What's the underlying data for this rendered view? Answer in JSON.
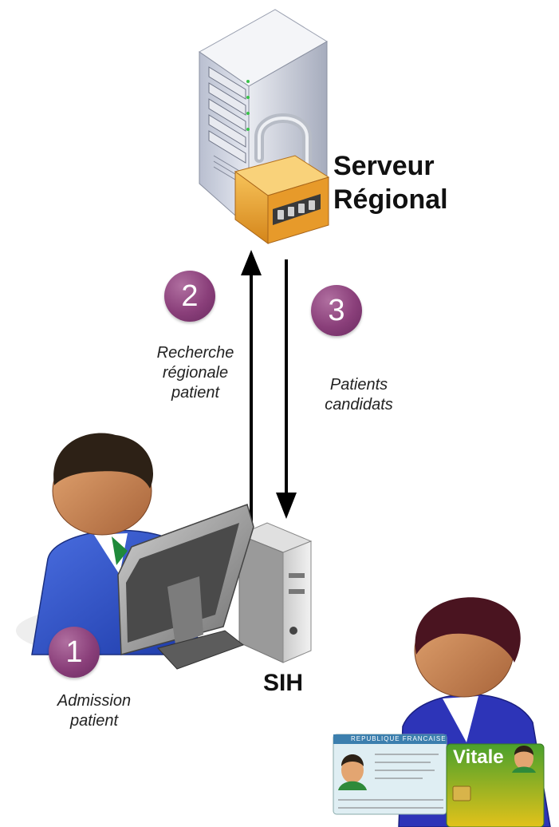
{
  "server": {
    "title_line1": "Serveur",
    "title_line2": "Régional",
    "icon": "locked-server-icon"
  },
  "steps": [
    {
      "number": "1",
      "label_lines": [
        "Admission",
        "patient"
      ]
    },
    {
      "number": "2",
      "label_lines": [
        "Recherche",
        "régionale",
        "patient"
      ]
    },
    {
      "number": "3",
      "label_lines": [
        "Patients",
        "candidats"
      ]
    }
  ],
  "workstation": {
    "label": "SIH",
    "icon": "computer-workstation-icon"
  },
  "cards": {
    "vitale_text": "Vitale",
    "id_header": "REPUBLIQUE FRANCAISE"
  },
  "colors": {
    "badge": "#8a3f7a",
    "arrow": "#000000"
  }
}
